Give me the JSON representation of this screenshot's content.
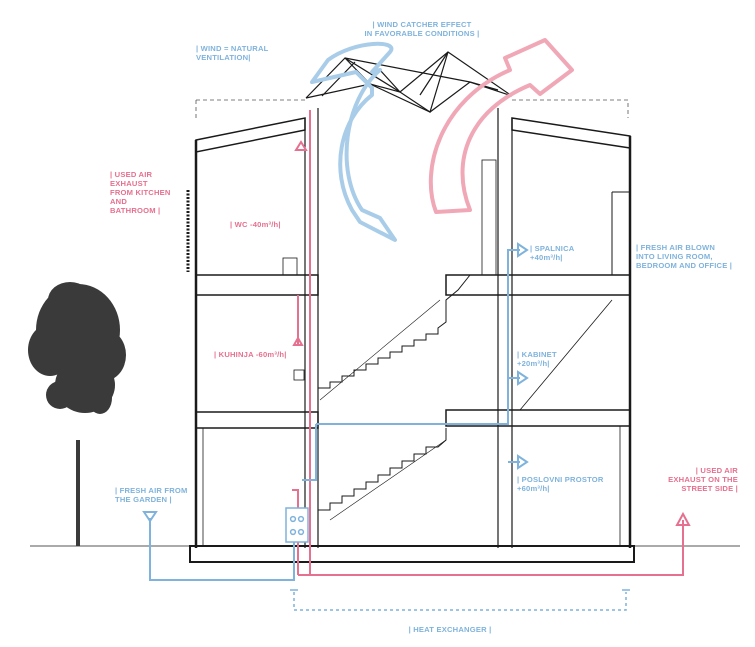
{
  "labels": {
    "wind_catcher": "| WIND CATCHER EFFECT\nIN FAVORABLE CONDITIONS |",
    "wind_natural": "| WIND = NATURAL\nVENTILATION|",
    "used_air_kitchen": "| USED AIR\nEXHAUST\nFROM KITCHEN\nAND\nBATHROOM |",
    "wc": "| WC -40m³/h|",
    "kuhinja": "| KUHINJA -60m³/h|",
    "spalnica": "| SPALNICA\n+40m³/h|",
    "kabinet": "| KABINET\n+20m³/h|",
    "poslovni": "| POSLOVNI PROSTOR\n+60m³/h|",
    "fresh_air_blown": "| FRESH AIR BLOWN\nINTO LIVING ROOM,\nBEDROOM AND OFFICE |",
    "fresh_air_garden": "| FRESH AIR FROM\nTHE GARDEN |",
    "used_air_street": "| USED AIR\nEXHAUST ON THE\nSTREET SIDE |",
    "heat_exchanger": "| HEAT EXCHANGER |"
  },
  "colors": {
    "fresh_air": "#7fb3dc",
    "used_air": "#e6708f",
    "structure": "#1a1a1a"
  }
}
